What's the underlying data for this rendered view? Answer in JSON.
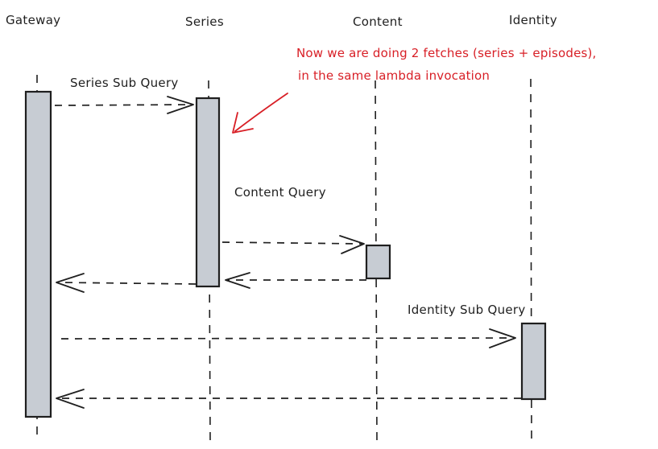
{
  "participants": {
    "gateway": "Gateway",
    "series": "Series",
    "content": "Content",
    "identity": "Identity"
  },
  "messages": {
    "series_sub_query": "Series Sub Query",
    "content_query": "Content Query",
    "identity_sub_query": "Identity Sub Query"
  },
  "annotation": {
    "line1": "Now we are doing 2 fetches (series + episodes),",
    "line2": "in the same lambda invocation"
  },
  "colors": {
    "ink": "#1f1f1f",
    "activation_fill": "#c7ccd3",
    "annotation": "#d81f26"
  }
}
